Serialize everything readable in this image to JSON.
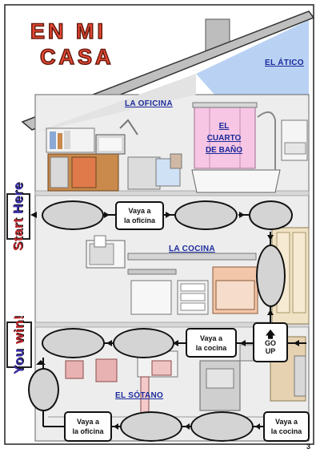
{
  "title": {
    "line1": "EN MI",
    "line2": "CASA"
  },
  "rooms": {
    "atico": "EL ÁTICO",
    "oficina": "LA OFICINA",
    "bano": [
      "EL",
      "CUARTO",
      "DE BAÑO"
    ],
    "cocina": "LA COCINA",
    "sotano": "EL SÓTANO"
  },
  "start_tab": {
    "word1": "Start",
    "word2": "Here"
  },
  "win_tab": {
    "word1": "You",
    "word2": "win!"
  },
  "cards": {
    "oficina_top": [
      "Vaya a",
      "la oficina"
    ],
    "cocina_mid": [
      "Vaya a",
      "la cocina"
    ],
    "goup": {
      "arrow": "🡅",
      "line1": "GO",
      "line2": "UP"
    },
    "oficina_bottom": [
      "Vaya a",
      "la oficina"
    ],
    "cocina_bottom": [
      "Vaya a",
      "la cocina"
    ]
  },
  "page_number": "3",
  "colors": {
    "sky": "#b9d2f4",
    "title": "#ef4b34",
    "room_label": "#1a2a9c",
    "space": "#d4d4d4",
    "bathroom": "#f6c6e4",
    "wall": "#eeeeee"
  }
}
